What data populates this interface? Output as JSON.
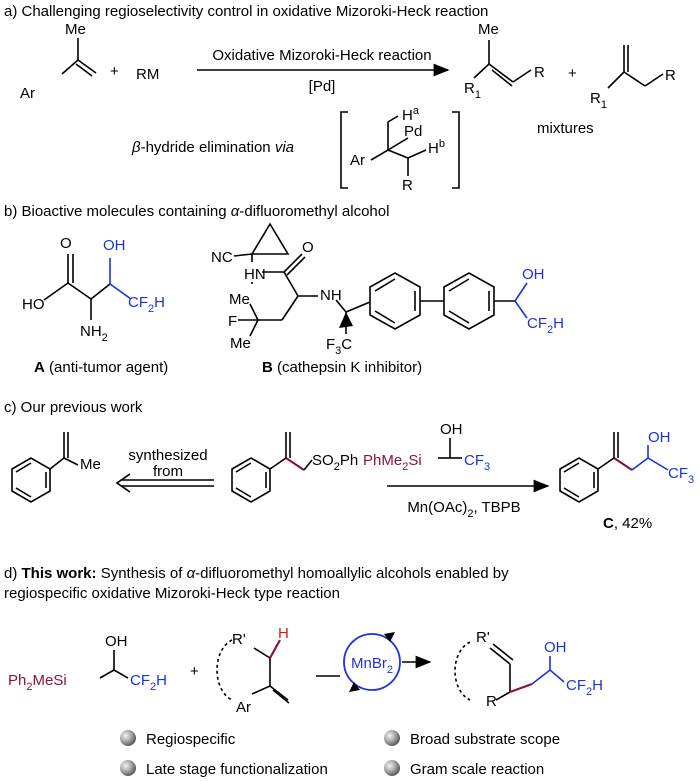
{
  "sections": {
    "a": {
      "title": "a) Challenging regioselectivity control in oxidative Mizoroki-Heck reaction",
      "me": "Me",
      "ar": "Ar",
      "plus": "+",
      "rm": "RM",
      "arrow_top": "Oxidative Mizoroki-Heck reaction",
      "arrow_bottom": "[Pd]",
      "prod_me": "Me",
      "prod_r1": "R",
      "prod_r1_sub": "1",
      "prod_r": "R",
      "plus2": "+",
      "prod2_r1": "R",
      "prod2_r1_sub": "1",
      "prod2_r": "R",
      "beta_symbol": "β",
      "beta_text": "-hydride elimination ",
      "via": "via",
      "ts_ha": "H",
      "ts_ha_sup": "a",
      "ts_pd": "Pd",
      "ts_hb": "H",
      "ts_hb_sup": "b",
      "ts_ar": "Ar",
      "ts_r": "R",
      "mixtures": "mixtures"
    },
    "b": {
      "title_pre": "b) Bioactive molecules containing ",
      "alpha": "α",
      "title_post": "-difluoromethyl alcohol",
      "a_oh": "OH",
      "a_o": "O",
      "a_ho": "HO",
      "a_cf2h": "CF",
      "a_cf2h_sub": "2",
      "a_cf2h_h": "H",
      "a_nh2": "NH",
      "a_nh2_sub": "2",
      "label_a_bold": "A",
      "label_a": " (anti-tumor agent)",
      "b_nc": "NC",
      "b_hn": "HN",
      "b_o": "O",
      "b_nh": "NH",
      "b_me1": "Me",
      "b_f": "F",
      "b_me2": "Me",
      "b_cf3": "F",
      "b_cf3_sub": "3",
      "b_cf3_c": "C",
      "b_oh": "OH",
      "b_cf2h": "CF",
      "b_cf2h_sub": "2",
      "b_cf2h_h": "H",
      "label_b_bold": "B",
      "label_b": " (cathepsin K inhibitor)"
    },
    "c": {
      "title": "c) Our previous work",
      "me": "Me",
      "synth1": "synthesized",
      "synth2": "from",
      "so2ph": "SO",
      "so2ph_sub": "2",
      "so2ph_end": "Ph",
      "reagent_oh": "OH",
      "reagent_si": "PhMe",
      "reagent_si_sub": "2",
      "reagent_si_end": "Si",
      "reagent_cf3": "CF",
      "reagent_cf3_sub": "3",
      "conditions_a": "Mn(OAc)",
      "conditions_sub": "2",
      "conditions_b": ", TBPB",
      "prod_oh": "OH",
      "prod_cf3": "CF",
      "prod_cf3_sub": "3",
      "label_c_bold": "C",
      "label_c": ", 42%"
    },
    "d": {
      "title_pre": "d) ",
      "title_bold": "This work:",
      "title_mid": " Synthesis of ",
      "alpha": "α",
      "title_post": "-difluoromethyl homoallylic alcohols enabled by",
      "title_line2": "regiospecific oxidative Mizoroki-Heck type reaction",
      "reagent_oh": "OH",
      "reagent_si": "Ph",
      "reagent_si_sub": "2",
      "reagent_si_end": "MeSi",
      "reagent_cf2h": "CF",
      "reagent_cf2h_sub": "2",
      "reagent_cf2h_h": "H",
      "plus": "+",
      "sub_r": "R'",
      "sub_h": "H",
      "sub_ar": "Ar",
      "catalyst": "MnBr",
      "catalyst_sub": "2",
      "prod_r": "R'",
      "prod_oh": "OH",
      "prod_rr": "R",
      "prod_cf2h": "CF",
      "prod_cf2h_sub": "2",
      "prod_cf2h_h": "H",
      "features": [
        "Regiospecific",
        "Broad substrate scope",
        "Late stage functionalization",
        "Gram scale reaction"
      ]
    }
  },
  "colors": {
    "blue": "#1d33d6",
    "maroon": "#8a1538",
    "bullet": "#9a9a9a"
  }
}
